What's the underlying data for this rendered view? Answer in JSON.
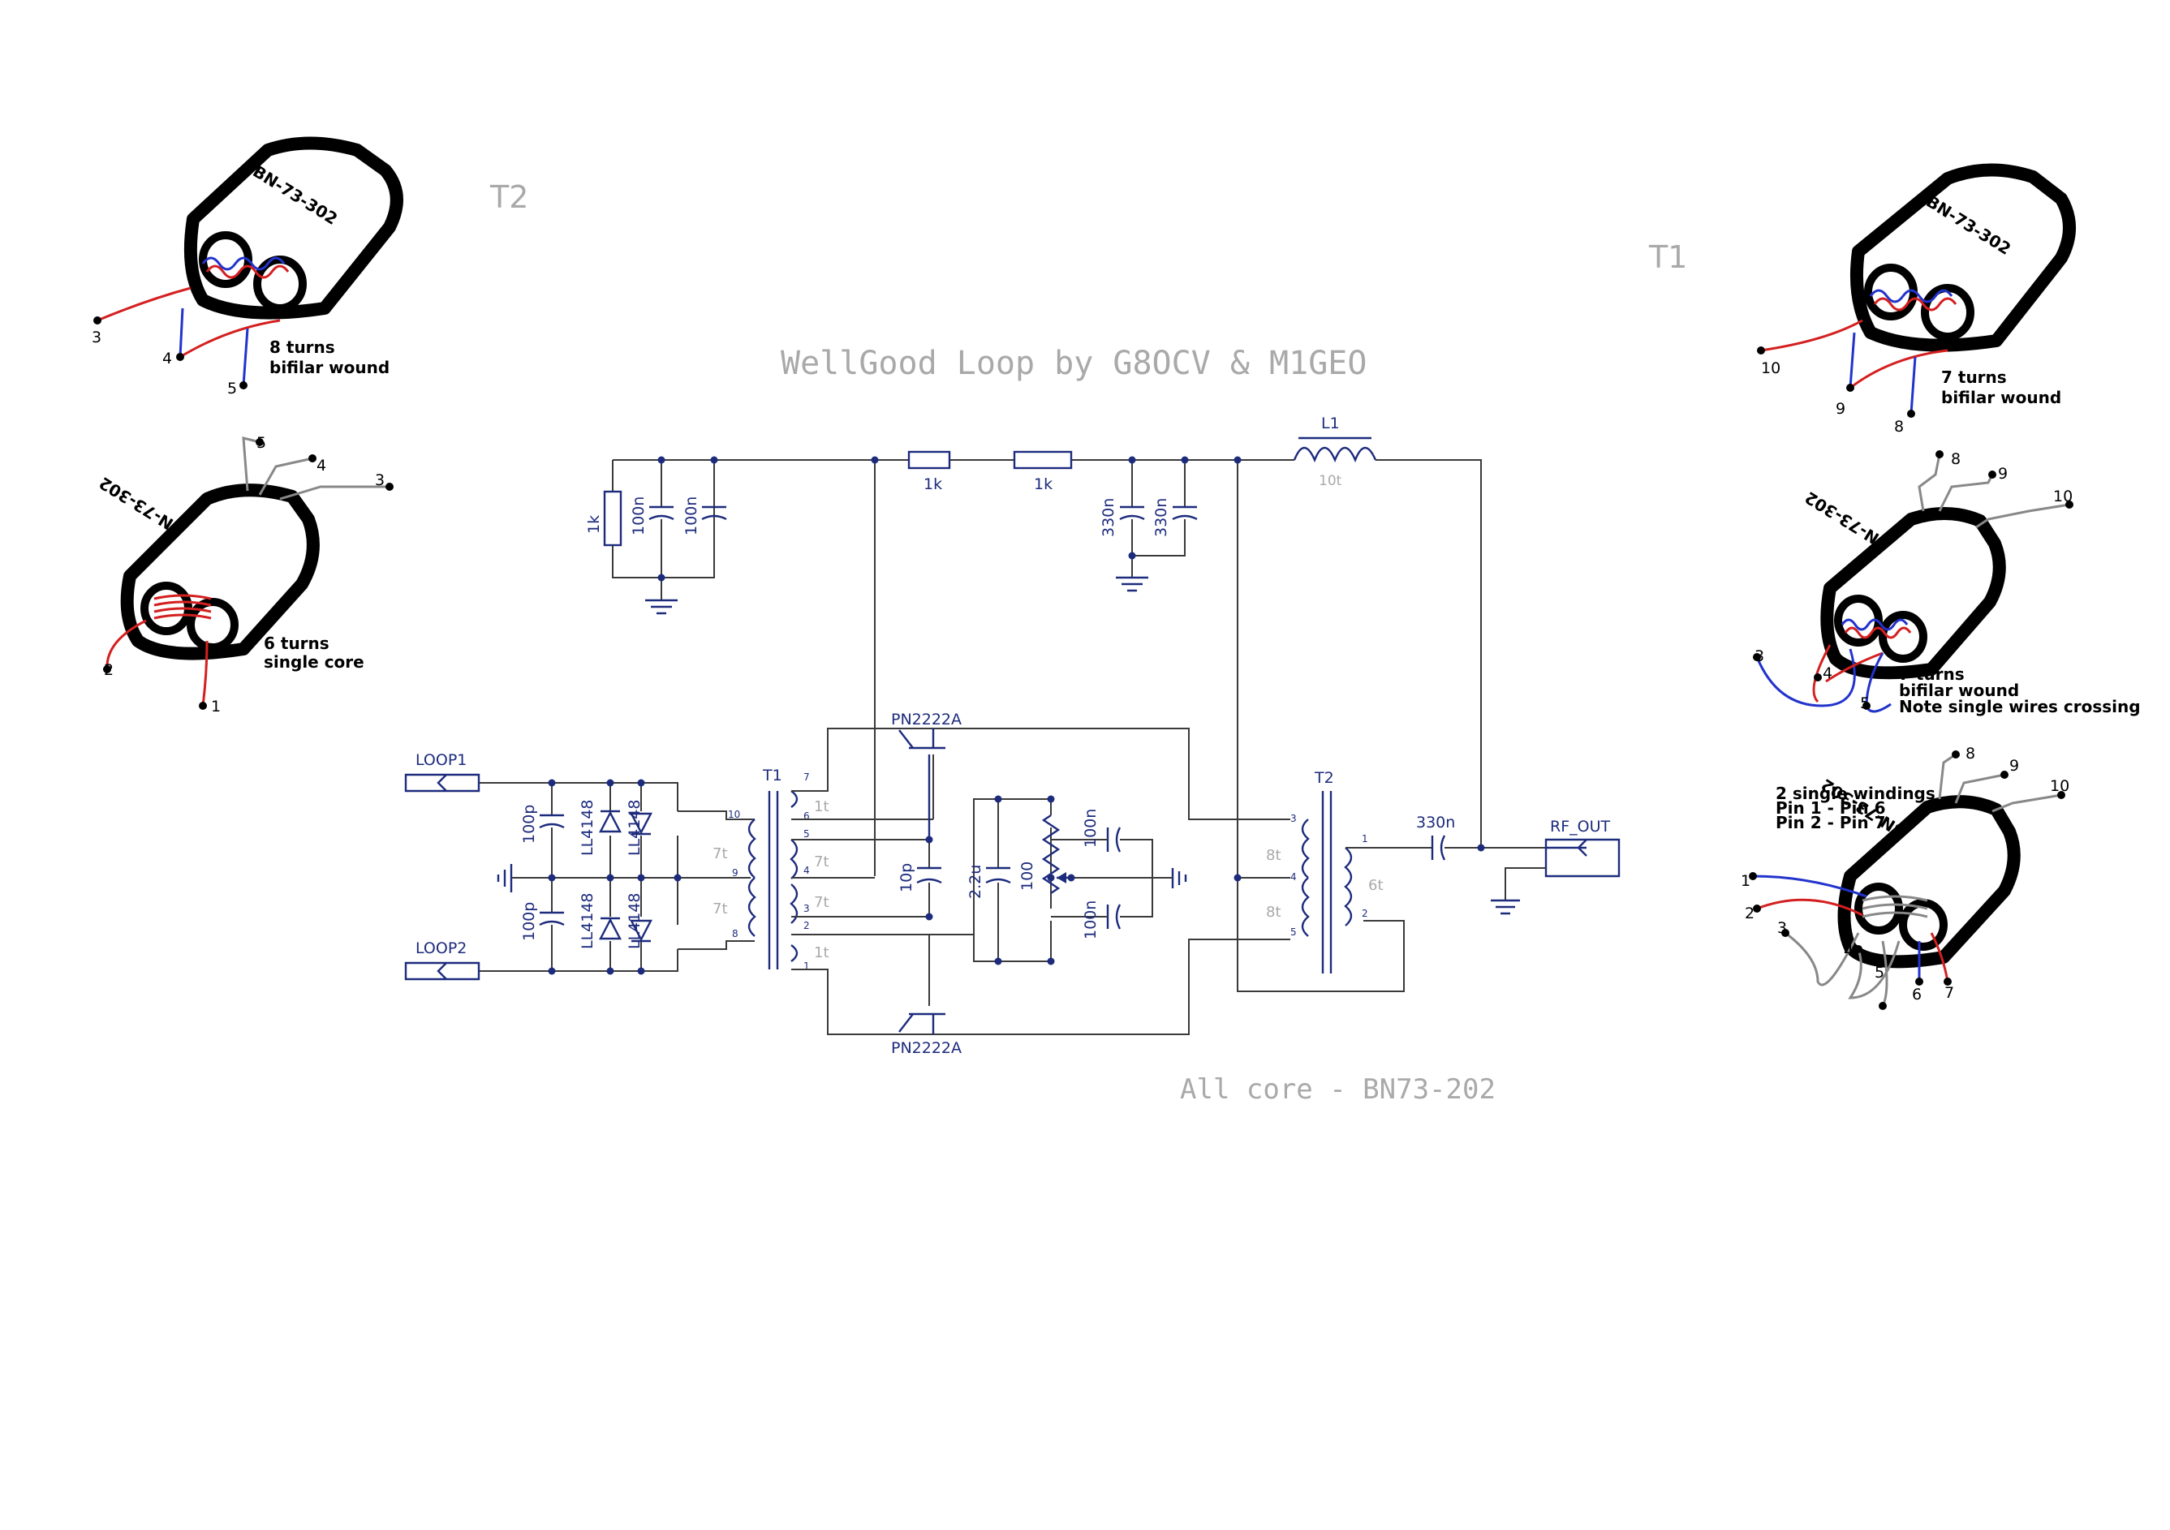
{
  "title": "WellGood Loop by G8OCV & M1GEO",
  "core_note": "All core - BN73-202",
  "sections": {
    "left_label": "T2",
    "right_label": "T1"
  },
  "left_drawings": {
    "top": {
      "core": "BN-73-302",
      "note_line1": "8 turns",
      "note_line2": "bifilar wound",
      "pins": [
        "3",
        "4",
        "5"
      ]
    },
    "bottom": {
      "core": "BN-73-302",
      "note_line1": "6 turns",
      "note_line2": "single core",
      "pins": [
        "5",
        "4",
        "3",
        "2",
        "1"
      ]
    }
  },
  "right_drawings": {
    "top": {
      "core": "BN-73-302",
      "note_line1": "7 turns",
      "note_line2": "bifilar wound",
      "pins": [
        "10",
        "9",
        "8"
      ]
    },
    "middle": {
      "core": "BN-73-302",
      "note_line1": "7 turns",
      "note_line2": "bifilar wound",
      "note_line3": "Note single wires crossing",
      "pins": [
        "8",
        "9",
        "10",
        "3",
        "4",
        "5"
      ]
    },
    "bottom": {
      "core": "BN-73-302",
      "note_line1": "2 single windings",
      "note_line2": "Pin 1 - Pin 6",
      "note_line3": "Pin 2 - Pin 7",
      "pins": [
        "8",
        "9",
        "10",
        "1",
        "2",
        "3",
        "4",
        "5",
        "6",
        "7"
      ]
    }
  },
  "schematic": {
    "ports": {
      "loop1": "LOOP1",
      "loop2": "LOOP2",
      "rf_out": "RF_OUT"
    },
    "resistors": {
      "r_bias": "1k",
      "r_series1": "1k",
      "r_series2": "1k",
      "pot": "100"
    },
    "capacitors": {
      "c_bias1": "100n",
      "c_bias2": "100n",
      "c_330a": "330n",
      "c_330b": "330n",
      "c_in1": "100p",
      "c_in2": "100p",
      "c_10p": "10p",
      "c_2u2": "2.2u",
      "c_100n_top": "100n",
      "c_100n_bot": "100n",
      "c_out": "330n"
    },
    "diodes": {
      "d1": "LL4148",
      "d2": "LL4148",
      "d3": "LL4148",
      "d4": "LL4148"
    },
    "transistors": {
      "q_top": "PN2222A",
      "q_bot": "PN2222A"
    },
    "inductor": {
      "name": "L1",
      "turns": "10t"
    },
    "t1": {
      "name": "T1",
      "primary_turns_a": "7t",
      "primary_turns_b": "7t",
      "sec_turns_a": "1t",
      "sec_turns_b": "7t",
      "sec_turns_c": "7t",
      "sec_turns_d": "1t",
      "pins": [
        "10",
        "9",
        "8",
        "7",
        "6",
        "5",
        "4",
        "3",
        "2",
        "1"
      ]
    },
    "t2": {
      "name": "T2",
      "primary_turns_a": "8t",
      "primary_turns_b": "8t",
      "secondary_turns": "6t",
      "pins": [
        "3",
        "4",
        "5",
        "1",
        "2"
      ]
    }
  }
}
